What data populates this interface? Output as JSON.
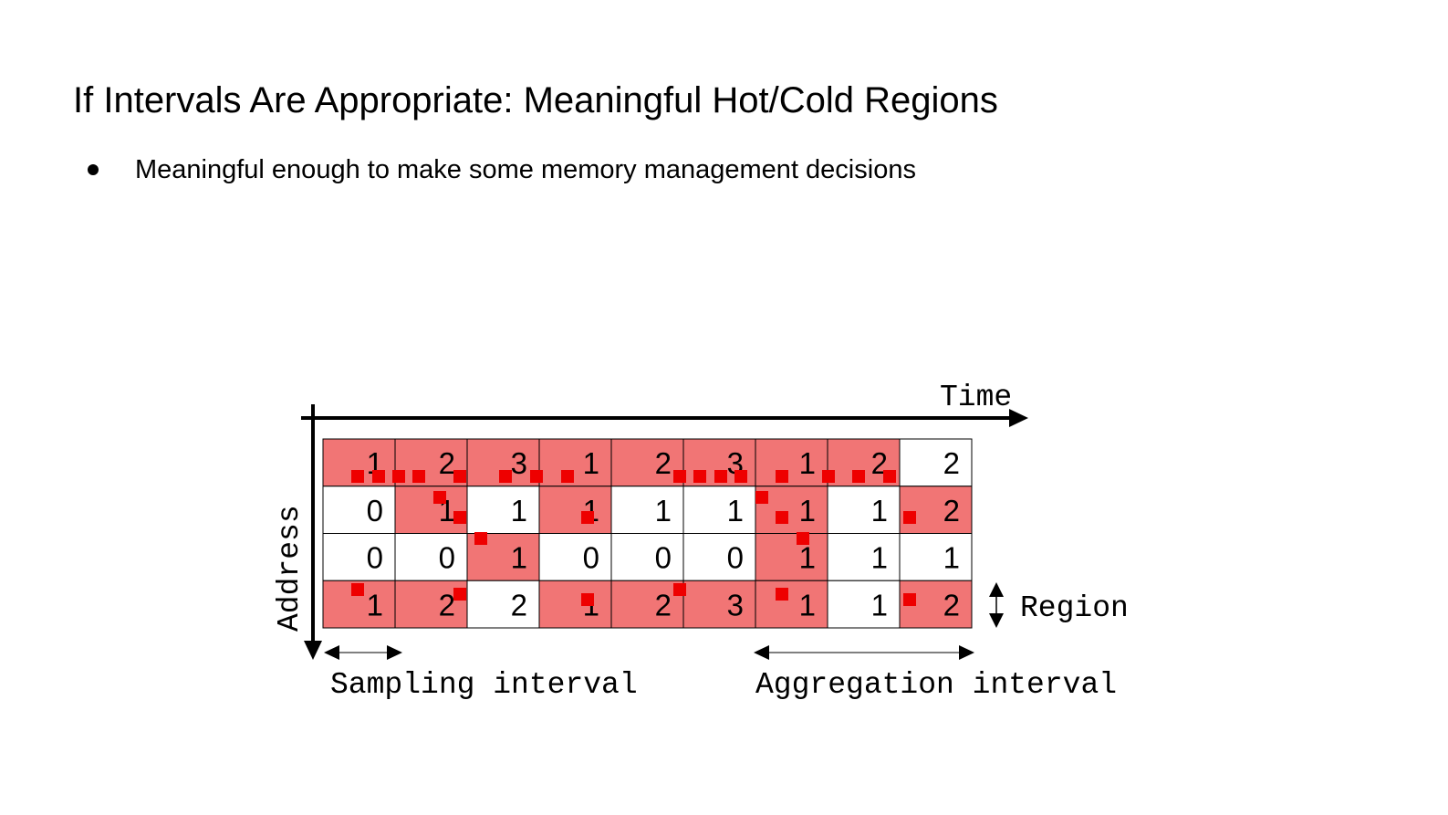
{
  "title": "If Intervals Are Appropriate: Meaningful Hot/Cold Regions",
  "bullets": [
    "Meaningful enough to make some memory management decisions"
  ],
  "colors": {
    "hot": "#f17575",
    "cold": "#ffffff",
    "sample": "#ee0000",
    "grid": "#000000"
  },
  "diagram": {
    "time_label": "Time",
    "address_label": "Address",
    "region_label": "Region",
    "sampling_label": "Sampling interval",
    "aggregation_label": "Aggregation interval",
    "rows": [
      {
        "counts": [
          "1",
          "2",
          "3",
          "1",
          "2",
          "3",
          "1",
          "2",
          "2"
        ],
        "hot": [
          true,
          true,
          true,
          true,
          true,
          true,
          true,
          true,
          false
        ]
      },
      {
        "counts": [
          "0",
          "1",
          "1",
          "1",
          "1",
          "1",
          "1",
          "1",
          "2"
        ],
        "hot": [
          false,
          true,
          false,
          true,
          false,
          false,
          true,
          false,
          true
        ]
      },
      {
        "counts": [
          "0",
          "0",
          "1",
          "0",
          "0",
          "0",
          "1",
          "1",
          "1"
        ],
        "hot": [
          false,
          false,
          true,
          false,
          false,
          false,
          true,
          false,
          false
        ]
      },
      {
        "counts": [
          "1",
          "2",
          "2",
          "1",
          "2",
          "3",
          "1",
          "1",
          "2"
        ],
        "hot": [
          true,
          true,
          false,
          true,
          true,
          true,
          true,
          false,
          true
        ]
      }
    ]
  }
}
